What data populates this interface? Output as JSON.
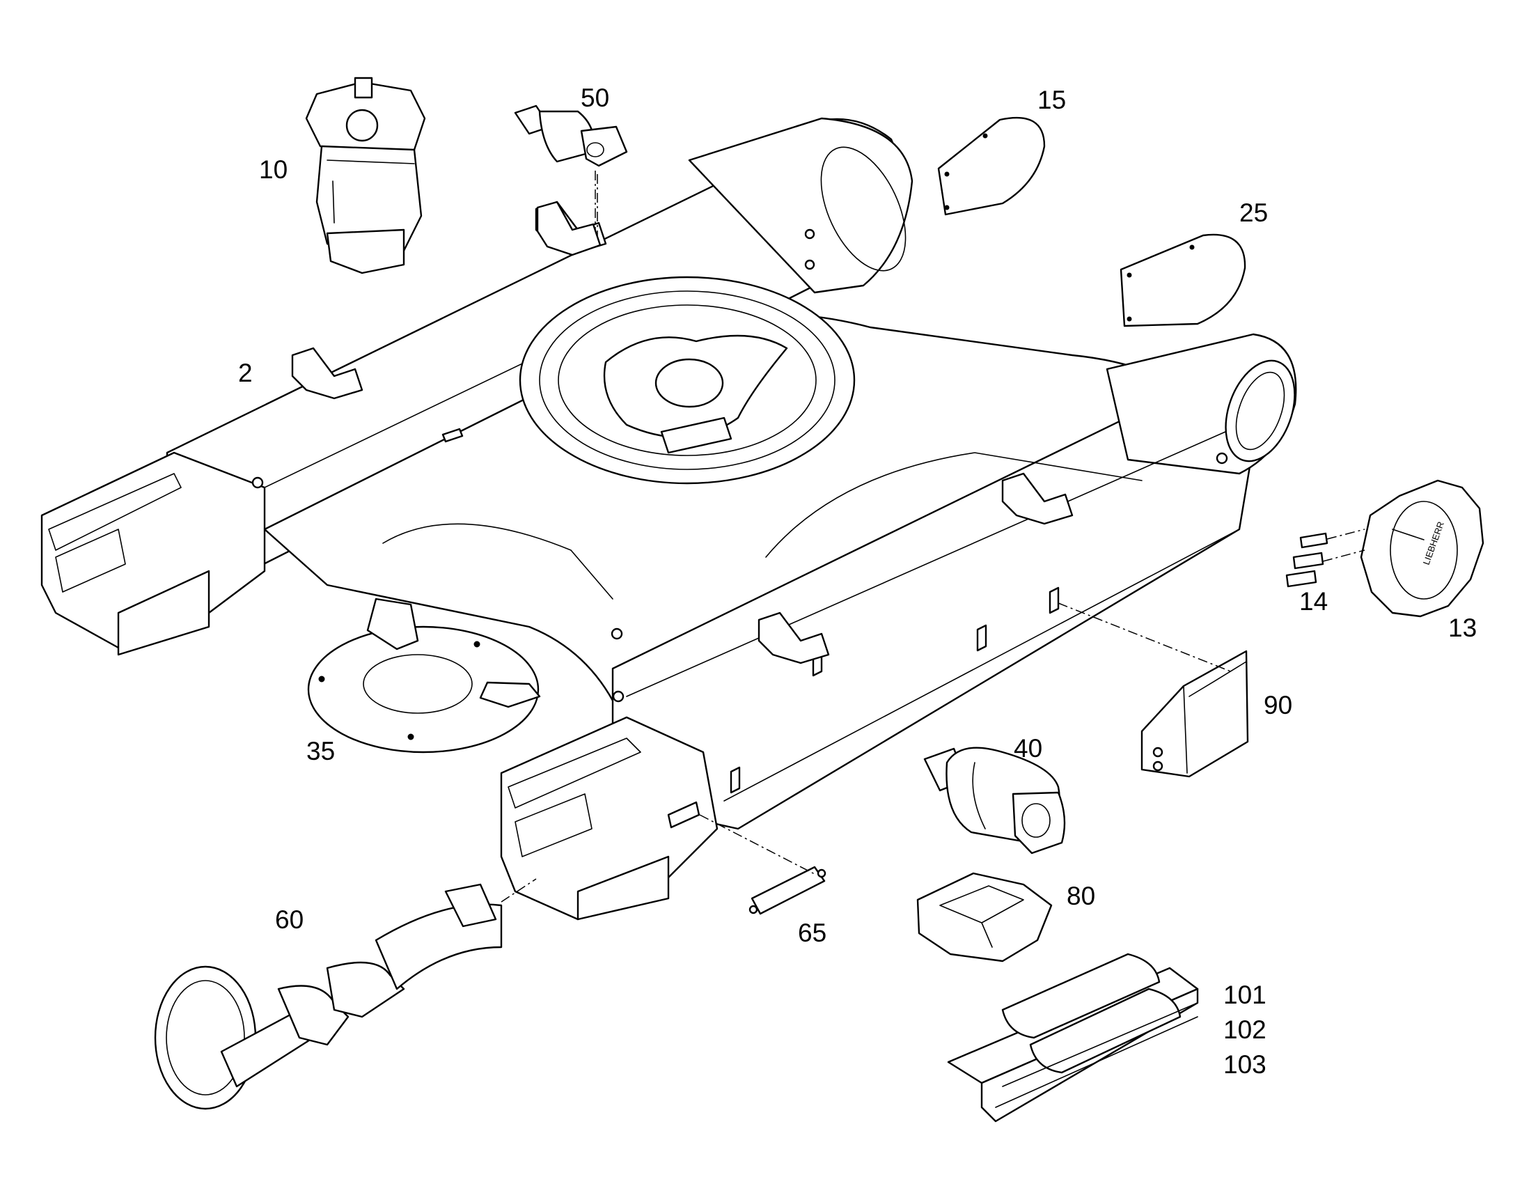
{
  "callouts": {
    "c2": "2",
    "c10": "10",
    "c13": "13",
    "c14": "14",
    "c15": "15",
    "c25": "25",
    "c35": "35",
    "c40": "40",
    "c50": "50",
    "c60": "60",
    "c65": "65",
    "c80": "80",
    "c90": "90",
    "c101": "101",
    "c102": "102",
    "c103": "103"
  },
  "sprocket_brand": "LIEBHERR"
}
